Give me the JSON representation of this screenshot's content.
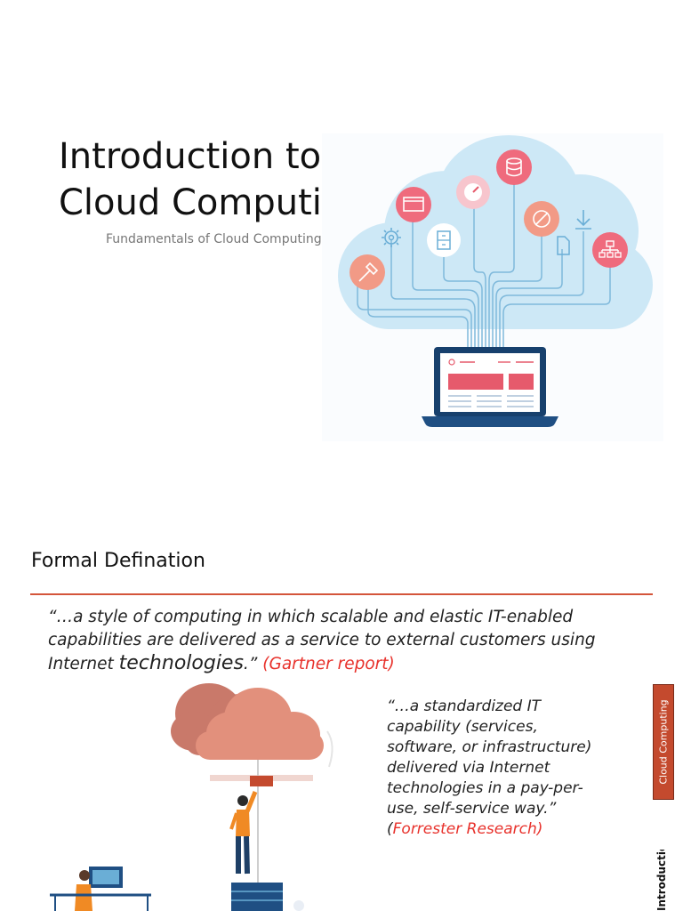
{
  "slide1": {
    "title_line1": "Introduction to",
    "title_line2": "Cloud Computing",
    "subtitle": "Fundamentals of Cloud Computing"
  },
  "slide2": {
    "heading": "Formal Defination",
    "quote1": {
      "text_a": "“…a style of computing in which scalable and elastic IT-enabled capabilities are delivered as a service to external customers using Internet ",
      "emph": "technologies",
      "text_b": ".”  ",
      "source": "(Gartner report)"
    },
    "quote2": {
      "text": "“…a standardized IT capability (services, software, or infrastructure) delivered via Internet technologies in a pay-per-use, self-service way.”",
      "source_open": "(",
      "source": "Forrester Research)"
    },
    "side_tab": "Cloud Computing",
    "side_label": "Introduction"
  },
  "colors": {
    "accent": "#d4553a",
    "source_red": "#e8322c",
    "cloud_blue": "#cfe9f7",
    "icon_pink": "#ef6b7d",
    "cloud_salmon": "#e2907c"
  },
  "icons": [
    "database-icon",
    "speedometer-icon",
    "browser-icon",
    "no-sync-icon",
    "download-icon",
    "gear-icon",
    "cabinet-icon",
    "document-icon",
    "sitemap-icon",
    "usb-key-icon",
    "laptop-icon",
    "cloud-icon",
    "person-icon",
    "server-icon",
    "desk-worker-icon"
  ]
}
